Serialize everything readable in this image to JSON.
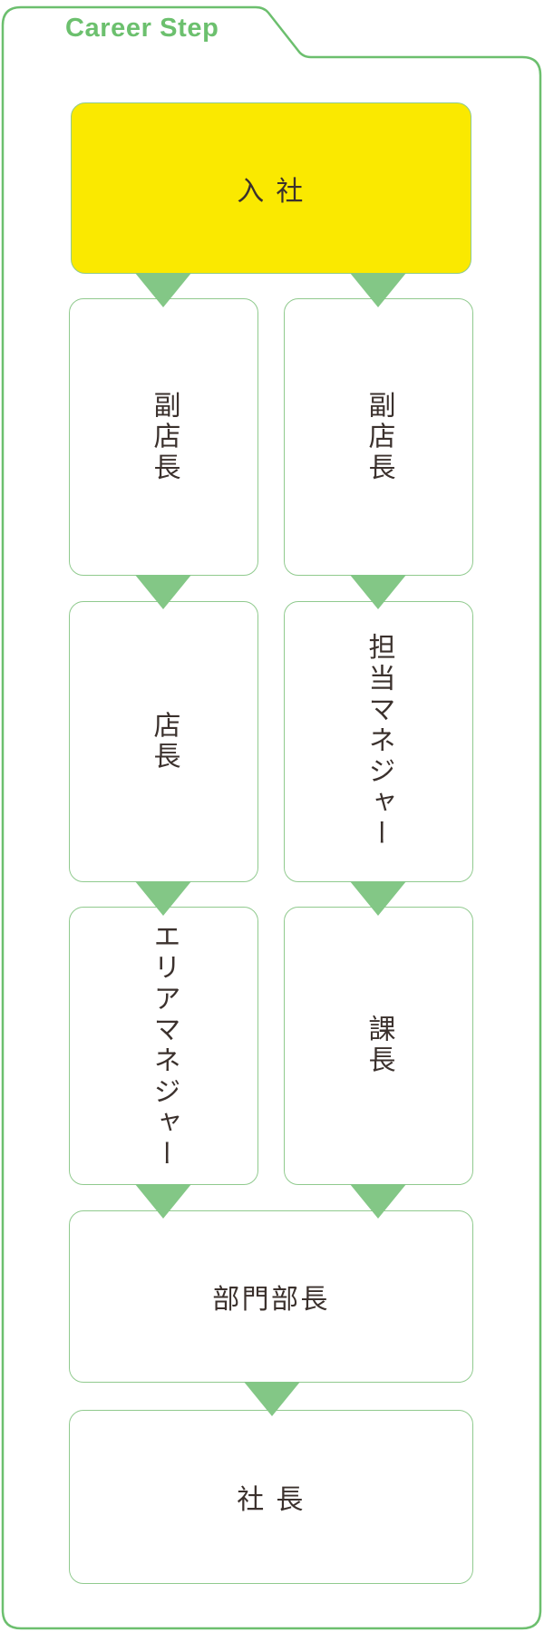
{
  "diagram": {
    "title": "Career Step",
    "nodes": [
      {
        "id": "start",
        "label": "入 社"
      },
      {
        "id": "left-1",
        "label": "副店長"
      },
      {
        "id": "right-1",
        "label": "副店長"
      },
      {
        "id": "left-2",
        "label": "店長"
      },
      {
        "id": "right-2",
        "label": "担当マネジャー"
      },
      {
        "id": "left-3",
        "label": "エリアマネジャー"
      },
      {
        "id": "right-3",
        "label": "課長"
      },
      {
        "id": "merge-1",
        "label": "部門部長"
      },
      {
        "id": "merge-2",
        "label": "社 長"
      }
    ],
    "icons": {
      "arrow": "triangle-down-icon"
    },
    "colors": {
      "card_border_green": "#6cbf6e",
      "box_border_green": "#90ca8e",
      "arrow_green": "#83c786",
      "title_green": "#6cc06e",
      "highlight_yellow": "#fae900",
      "text_dark": "#3b312d"
    }
  }
}
